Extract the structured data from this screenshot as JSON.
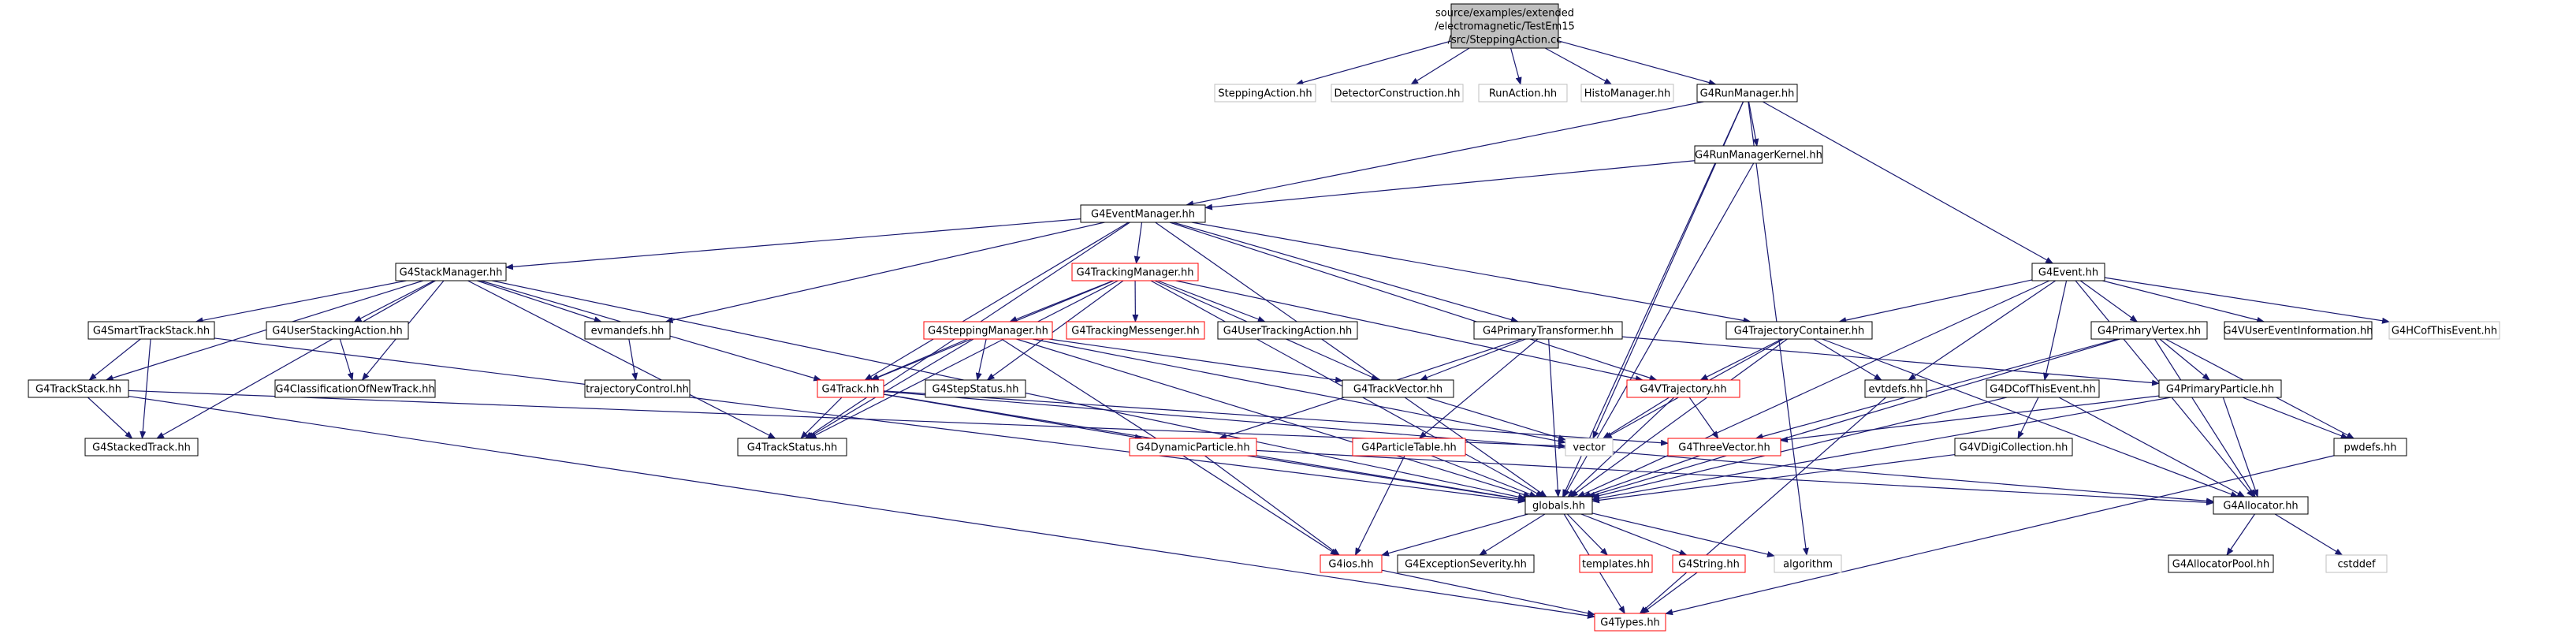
{
  "colors": {
    "edge": "#191970",
    "border_ok": "#000000",
    "border_undoc": "#ff0000",
    "border_ext": "#bfbfbf",
    "root_fill": "#bfbfbf",
    "fill": "#ffffff"
  },
  "nodes": [
    {
      "id": "root",
      "lines": [
        "source/examples/extended",
        "/electromagnetic/TestEm15",
        "/src/SteppingAction.cc"
      ],
      "kind": "root"
    },
    {
      "id": "SteppingAction",
      "lines": [
        "SteppingAction.hh"
      ],
      "kind": "ext"
    },
    {
      "id": "DetectorConstruction",
      "lines": [
        "DetectorConstruction.hh"
      ],
      "kind": "ext"
    },
    {
      "id": "RunAction",
      "lines": [
        "RunAction.hh"
      ],
      "kind": "ext"
    },
    {
      "id": "HistoManager",
      "lines": [
        "HistoManager.hh"
      ],
      "kind": "ext"
    },
    {
      "id": "G4RunManager",
      "lines": [
        "G4RunManager.hh"
      ],
      "kind": "ok"
    },
    {
      "id": "G4RunManagerKernel",
      "lines": [
        "G4RunManagerKernel.hh"
      ],
      "kind": "ok"
    },
    {
      "id": "G4EventManager",
      "lines": [
        "G4EventManager.hh"
      ],
      "kind": "ok"
    },
    {
      "id": "G4Event",
      "lines": [
        "G4Event.hh"
      ],
      "kind": "ok"
    },
    {
      "id": "G4StackManager",
      "lines": [
        "G4StackManager.hh"
      ],
      "kind": "ok"
    },
    {
      "id": "G4TrackingManager",
      "lines": [
        "G4TrackingManager.hh"
      ],
      "kind": "undoc"
    },
    {
      "id": "G4TrajectoryContainer",
      "lines": [
        "G4TrajectoryContainer.hh"
      ],
      "kind": "ok"
    },
    {
      "id": "G4PrimaryVertex",
      "lines": [
        "G4PrimaryVertex.hh"
      ],
      "kind": "ok"
    },
    {
      "id": "G4VUserEventInformation",
      "lines": [
        "G4VUserEventInformation.hh"
      ],
      "kind": "ok"
    },
    {
      "id": "G4HCofThisEvent",
      "lines": [
        "G4HCofThisEvent.hh"
      ],
      "kind": "ext"
    },
    {
      "id": "G4SmartTrackStack",
      "lines": [
        "G4SmartTrackStack.hh"
      ],
      "kind": "ok"
    },
    {
      "id": "G4UserStackingAction",
      "lines": [
        "G4UserStackingAction.hh"
      ],
      "kind": "ok"
    },
    {
      "id": "evmandefs",
      "lines": [
        "evmandefs.hh"
      ],
      "kind": "ok"
    },
    {
      "id": "G4SteppingManager",
      "lines": [
        "G4SteppingManager.hh"
      ],
      "kind": "undoc"
    },
    {
      "id": "G4TrackingMessenger",
      "lines": [
        "G4TrackingMessenger.hh"
      ],
      "kind": "undoc"
    },
    {
      "id": "G4UserTrackingAction",
      "lines": [
        "G4UserTrackingAction.hh"
      ],
      "kind": "ok"
    },
    {
      "id": "G4PrimaryTransformer",
      "lines": [
        "G4PrimaryTransformer.hh"
      ],
      "kind": "ok"
    },
    {
      "id": "G4TrackStack",
      "lines": [
        "G4TrackStack.hh"
      ],
      "kind": "ok"
    },
    {
      "id": "G4ClassificationOfNewTrack",
      "lines": [
        "G4ClassificationOfNewTrack.hh"
      ],
      "kind": "ok"
    },
    {
      "id": "trajectoryControl",
      "lines": [
        "trajectoryControl.hh"
      ],
      "kind": "ok"
    },
    {
      "id": "G4Track",
      "lines": [
        "G4Track.hh"
      ],
      "kind": "undoc"
    },
    {
      "id": "G4StepStatus",
      "lines": [
        "G4StepStatus.hh"
      ],
      "kind": "ok"
    },
    {
      "id": "G4TrackVector",
      "lines": [
        "G4TrackVector.hh"
      ],
      "kind": "ok"
    },
    {
      "id": "G4VTrajectory",
      "lines": [
        "G4VTrajectory.hh"
      ],
      "kind": "undoc"
    },
    {
      "id": "evtdefs",
      "lines": [
        "evtdefs.hh"
      ],
      "kind": "ok"
    },
    {
      "id": "G4DCofThisEvent",
      "lines": [
        "G4DCofThisEvent.hh"
      ],
      "kind": "ok"
    },
    {
      "id": "G4PrimaryParticle",
      "lines": [
        "G4PrimaryParticle.hh"
      ],
      "kind": "ok"
    },
    {
      "id": "G4StackedTrack",
      "lines": [
        "G4StackedTrack.hh"
      ],
      "kind": "ok"
    },
    {
      "id": "G4TrackStatus",
      "lines": [
        "G4TrackStatus.hh"
      ],
      "kind": "ok"
    },
    {
      "id": "G4DynamicParticle",
      "lines": [
        "G4DynamicParticle.hh"
      ],
      "kind": "undoc"
    },
    {
      "id": "vector",
      "lines": [
        "vector"
      ],
      "kind": "ext"
    },
    {
      "id": "G4ParticleTable",
      "lines": [
        "G4ParticleTable.hh"
      ],
      "kind": "undoc"
    },
    {
      "id": "G4ThreeVector",
      "lines": [
        "G4ThreeVector.hh"
      ],
      "kind": "undoc"
    },
    {
      "id": "G4VDigiCollection",
      "lines": [
        "G4VDigiCollection.hh"
      ],
      "kind": "ok"
    },
    {
      "id": "pwdefs",
      "lines": [
        "pwdefs.hh"
      ],
      "kind": "ok"
    },
    {
      "id": "globals",
      "lines": [
        "globals.hh"
      ],
      "kind": "ok"
    },
    {
      "id": "G4Allocator",
      "lines": [
        "G4Allocator.hh"
      ],
      "kind": "ok"
    },
    {
      "id": "G4ios",
      "lines": [
        "G4ios.hh"
      ],
      "kind": "undoc"
    },
    {
      "id": "G4ExceptionSeverity",
      "lines": [
        "G4ExceptionSeverity.hh"
      ],
      "kind": "ok"
    },
    {
      "id": "templates",
      "lines": [
        "templates.hh"
      ],
      "kind": "undoc"
    },
    {
      "id": "G4String",
      "lines": [
        "G4String.hh"
      ],
      "kind": "undoc"
    },
    {
      "id": "algorithm",
      "lines": [
        "algorithm"
      ],
      "kind": "ext"
    },
    {
      "id": "G4AllocatorPool",
      "lines": [
        "G4AllocatorPool.hh"
      ],
      "kind": "ok"
    },
    {
      "id": "cstddef",
      "lines": [
        "cstddef"
      ],
      "kind": "ext"
    },
    {
      "id": "G4Types",
      "lines": [
        "G4Types.hh"
      ],
      "kind": "undoc"
    }
  ],
  "edges": [
    [
      "root",
      "SteppingAction"
    ],
    [
      "root",
      "DetectorConstruction"
    ],
    [
      "root",
      "RunAction"
    ],
    [
      "root",
      "HistoManager"
    ],
    [
      "root",
      "G4RunManager"
    ],
    [
      "G4RunManager",
      "G4RunManagerKernel"
    ],
    [
      "G4RunManager",
      "G4EventManager"
    ],
    [
      "G4RunManager",
      "G4Event"
    ],
    [
      "G4RunManager",
      "vector"
    ],
    [
      "G4RunManager",
      "globals"
    ],
    [
      "G4RunManager",
      "algorithm"
    ],
    [
      "G4RunManagerKernel",
      "G4EventManager"
    ],
    [
      "G4RunManagerKernel",
      "globals"
    ],
    [
      "G4EventManager",
      "G4StackManager"
    ],
    [
      "G4EventManager",
      "G4TrackingManager"
    ],
    [
      "G4EventManager",
      "G4TrajectoryContainer"
    ],
    [
      "G4EventManager",
      "G4PrimaryTransformer"
    ],
    [
      "G4EventManager",
      "evmandefs"
    ],
    [
      "G4EventManager",
      "G4Track"
    ],
    [
      "G4EventManager",
      "G4TrackStatus"
    ],
    [
      "G4EventManager",
      "G4VTrajectory"
    ],
    [
      "G4EventManager",
      "globals"
    ],
    [
      "G4Event",
      "G4TrajectoryContainer"
    ],
    [
      "G4Event",
      "G4PrimaryVertex"
    ],
    [
      "G4Event",
      "G4VUserEventInformation"
    ],
    [
      "G4Event",
      "G4HCofThisEvent"
    ],
    [
      "G4Event",
      "G4DCofThisEvent"
    ],
    [
      "G4Event",
      "evtdefs"
    ],
    [
      "G4Event",
      "globals"
    ],
    [
      "G4Event",
      "G4Allocator"
    ],
    [
      "G4StackManager",
      "G4SmartTrackStack"
    ],
    [
      "G4StackManager",
      "G4UserStackingAction"
    ],
    [
      "G4StackManager",
      "evmandefs"
    ],
    [
      "G4StackManager",
      "G4TrackStack"
    ],
    [
      "G4StackManager",
      "G4ClassificationOfNewTrack"
    ],
    [
      "G4StackManager",
      "G4Track"
    ],
    [
      "G4StackManager",
      "G4StackedTrack"
    ],
    [
      "G4StackManager",
      "G4TrackStatus"
    ],
    [
      "G4StackManager",
      "globals"
    ],
    [
      "G4TrackingManager",
      "G4SteppingManager"
    ],
    [
      "G4TrackingManager",
      "G4TrackingMessenger"
    ],
    [
      "G4TrackingManager",
      "G4UserTrackingAction"
    ],
    [
      "G4TrackingManager",
      "G4Track"
    ],
    [
      "G4TrackingManager",
      "G4StepStatus"
    ],
    [
      "G4TrackingManager",
      "G4TrackVector"
    ],
    [
      "G4TrackingManager",
      "G4VTrajectory"
    ],
    [
      "G4TrackingManager",
      "G4TrackStatus"
    ],
    [
      "G4TrackingManager",
      "globals"
    ],
    [
      "G4TrajectoryContainer",
      "G4VTrajectory"
    ],
    [
      "G4TrajectoryContainer",
      "evtdefs"
    ],
    [
      "G4TrajectoryContainer",
      "vector"
    ],
    [
      "G4TrajectoryContainer",
      "globals"
    ],
    [
      "G4TrajectoryContainer",
      "G4Allocator"
    ],
    [
      "G4PrimaryVertex",
      "G4PrimaryParticle"
    ],
    [
      "G4PrimaryVertex",
      "G4ThreeVector"
    ],
    [
      "G4PrimaryVertex",
      "pwdefs"
    ],
    [
      "G4PrimaryVertex",
      "globals"
    ],
    [
      "G4PrimaryVertex",
      "G4Allocator"
    ],
    [
      "G4SmartTrackStack",
      "G4TrackStack"
    ],
    [
      "G4SmartTrackStack",
      "G4StackedTrack"
    ],
    [
      "G4SmartTrackStack",
      "globals"
    ],
    [
      "G4UserStackingAction",
      "G4ClassificationOfNewTrack"
    ],
    [
      "evmandefs",
      "trajectoryControl"
    ],
    [
      "G4SteppingManager",
      "G4Track"
    ],
    [
      "G4SteppingManager",
      "G4StepStatus"
    ],
    [
      "G4SteppingManager",
      "G4TrackVector"
    ],
    [
      "G4SteppingManager",
      "G4TrackStatus"
    ],
    [
      "G4SteppingManager",
      "G4ios"
    ],
    [
      "G4SteppingManager",
      "globals"
    ],
    [
      "G4SteppingManager",
      "vector"
    ],
    [
      "G4PrimaryTransformer",
      "G4TrackVector"
    ],
    [
      "G4PrimaryTransformer",
      "G4PrimaryParticle"
    ],
    [
      "G4PrimaryTransformer",
      "G4DynamicParticle"
    ],
    [
      "G4PrimaryTransformer",
      "G4ParticleTable"
    ],
    [
      "G4PrimaryTransformer",
      "globals"
    ],
    [
      "G4TrackStack",
      "G4StackedTrack"
    ],
    [
      "G4TrackStack",
      "vector"
    ],
    [
      "G4TrackStack",
      "G4Types"
    ],
    [
      "G4Track",
      "G4TrackStatus"
    ],
    [
      "G4Track",
      "G4DynamicParticle"
    ],
    [
      "G4Track",
      "G4ThreeVector"
    ],
    [
      "G4Track",
      "globals"
    ],
    [
      "G4Track",
      "G4Allocator"
    ],
    [
      "G4TrackVector",
      "vector"
    ],
    [
      "G4VTrajectory",
      "G4ThreeVector"
    ],
    [
      "G4VTrajectory",
      "vector"
    ],
    [
      "G4VTrajectory",
      "globals"
    ],
    [
      "evtdefs",
      "G4Types"
    ],
    [
      "G4DCofThisEvent",
      "G4VDigiCollection"
    ],
    [
      "G4DCofThisEvent",
      "globals"
    ],
    [
      "G4DCofThisEvent",
      "G4Allocator"
    ],
    [
      "G4PrimaryParticle",
      "G4ThreeVector"
    ],
    [
      "G4PrimaryParticle",
      "pwdefs"
    ],
    [
      "G4PrimaryParticle",
      "globals"
    ],
    [
      "G4PrimaryParticle",
      "G4Allocator"
    ],
    [
      "G4DynamicParticle",
      "G4ios"
    ],
    [
      "G4DynamicParticle",
      "globals"
    ],
    [
      "G4DynamicParticle",
      "G4Allocator"
    ],
    [
      "G4ParticleTable",
      "G4ios"
    ],
    [
      "G4ParticleTable",
      "globals"
    ],
    [
      "G4ThreeVector",
      "globals"
    ],
    [
      "G4VDigiCollection",
      "globals"
    ],
    [
      "pwdefs",
      "G4Types"
    ],
    [
      "globals",
      "G4ios"
    ],
    [
      "globals",
      "G4ExceptionSeverity"
    ],
    [
      "globals",
      "templates"
    ],
    [
      "globals",
      "G4String"
    ],
    [
      "globals",
      "algorithm"
    ],
    [
      "globals",
      "G4Types"
    ],
    [
      "G4Allocator",
      "G4AllocatorPool"
    ],
    [
      "G4Allocator",
      "cstddef"
    ],
    [
      "G4ios",
      "G4Types"
    ],
    [
      "G4String",
      "G4Types"
    ]
  ]
}
